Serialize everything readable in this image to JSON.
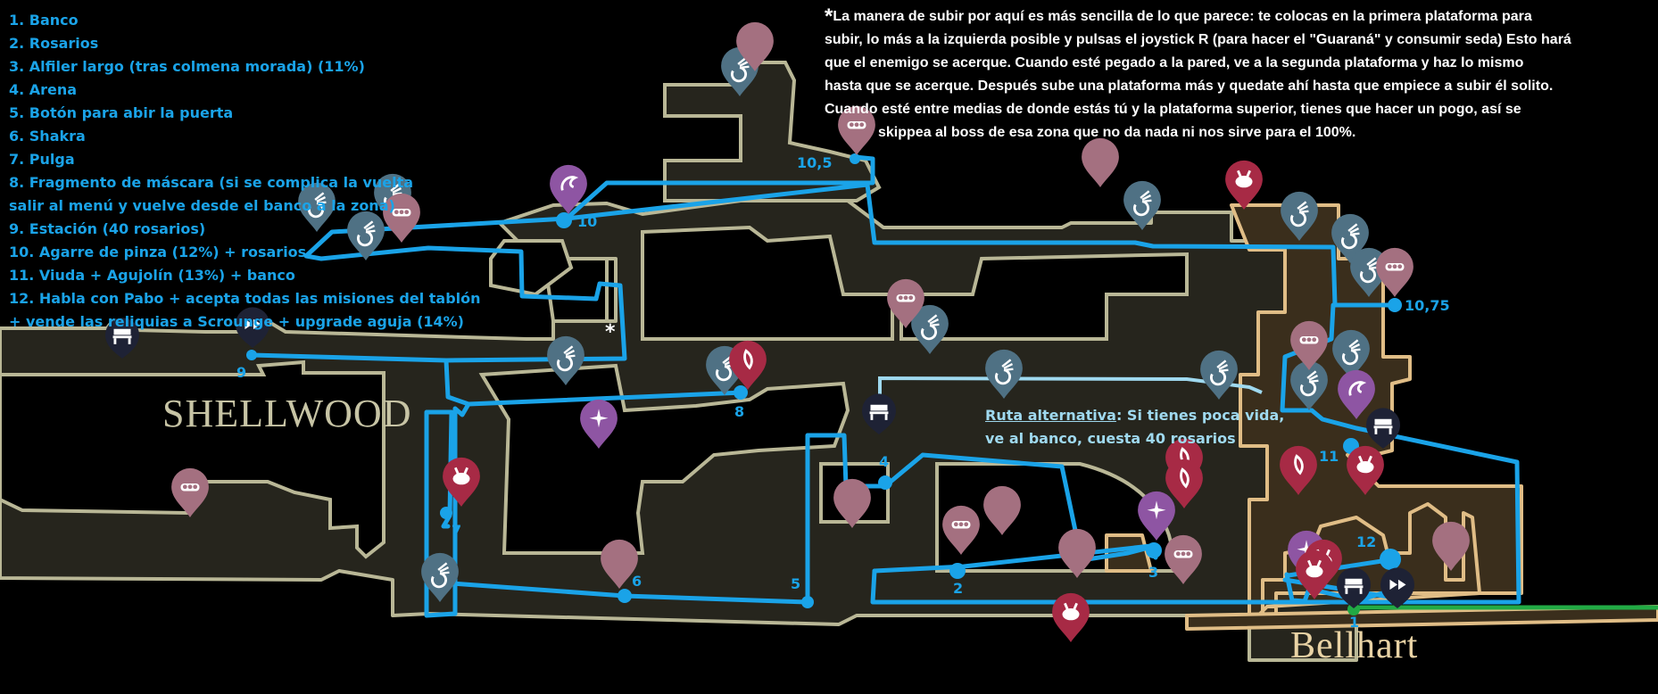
{
  "legend": {
    "items": [
      "1. Banco",
      "2. Rosarios",
      "3. Alfiler largo (tras colmena morada) (11%)",
      "4. Arena",
      "5. Botón para abir la puerta",
      "6. Shakra",
      "7. Pulga",
      "8. Fragmento de máscara (si se complica la vuelta",
      "salir al menú y vuelve desde el banco a la zona)",
      "9. Estación (40 rosarios)",
      "10. Agarre de pinza (12%) + rosarios",
      "11. Viuda + Agujolín (13%) + banco",
      "12. Habla con Pabo + acepta todas las  misiones del tablón",
      "+ vende las reliquias a Scrounge + upgrade aguja (14%)"
    ]
  },
  "note": {
    "marker": "*",
    "lines": [
      "La manera de subir por aquí es más sencilla de lo que parece: te colocas en la primera plataforma para",
      "subir, lo más a la izquierda posible y pulsas el joystick R (para hacer el \"Guaraná\" y consumir seda) Esto hará",
      "que el enemigo se acerque. Cuando esté pegado a la pared, ve a la segunda plataforma y haz lo mismo",
      "hasta que se acerque. Después sube una plataforma más y quedate ahí hasta que empiece a subir él solito.",
      "Cuando esté entre medias de donde estás tú y la plataforma superior, tienes que hacer un pogo, así se",
      "skippea al boss de esa zona que no da nada ni nos sirve para el 100%."
    ]
  },
  "alt_route": {
    "title": "Ruta alternativa",
    "line1": ": Si tienes poca vida,",
    "line2": "ve al banco, cuesta 40 rosarios"
  },
  "regions": {
    "shellwood": "SHELLWOOD",
    "bellhart": "Bellhart"
  },
  "route_labels": {
    "n1": "1",
    "n2": "2",
    "n3": "3",
    "n4": "4",
    "n5": "5",
    "n6": "6",
    "n7": "7",
    "n8": "8",
    "n9": "9",
    "n10": "10",
    "n10_5": "10,5",
    "n10_75": "10,75",
    "n11": "11",
    "n12": "12",
    "asterisk": "*"
  },
  "colors": {
    "route": "#1aa3e8",
    "alt_route": "#9fd9ef",
    "final_route": "#22aa44",
    "shellwood_wall": "#b9b796",
    "shellwood_fill": "#26251d",
    "bellhart_wall": "#e0bd86",
    "bellhart_fill": "#3a2e1c",
    "pin_slate": "#4f7184",
    "pin_rose": "#a47080",
    "pin_red": "#a72a45",
    "pin_purple": "#8e55a3",
    "pin_dark": "#1e2235"
  },
  "pins": [
    {
      "type": "slate",
      "icon": "shell-icon"
    },
    {
      "type": "rose",
      "icon": "none"
    },
    {
      "type": "rose",
      "icon": "rosary-icon"
    },
    {
      "type": "purple",
      "icon": "hook-icon"
    },
    {
      "type": "dark",
      "icon": "bench-icon"
    },
    {
      "type": "dark",
      "icon": "fast-travel-icon"
    },
    {
      "type": "red",
      "icon": "mask-shard-icon"
    },
    {
      "type": "red",
      "icon": "flea-icon"
    },
    {
      "type": "purple",
      "icon": "star-icon"
    }
  ]
}
